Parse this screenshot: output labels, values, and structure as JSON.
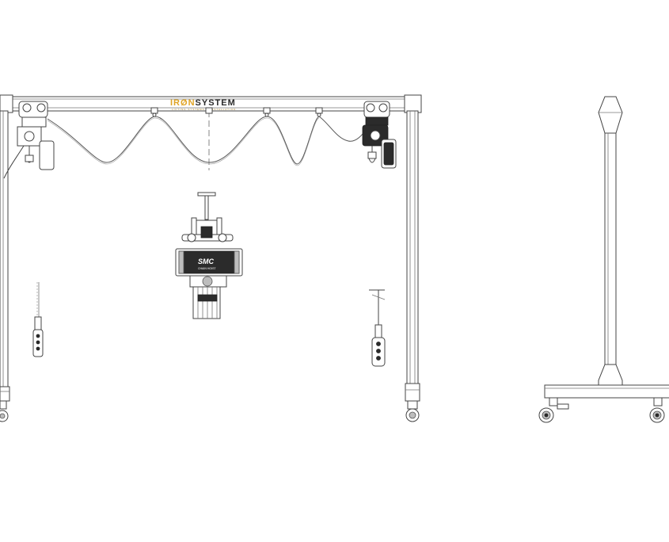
{
  "logo": {
    "part1": "IR",
    "part2": "N",
    "part3": "SYSTEM",
    "tagline": "LIFTING SYSTEMS & INSTALLATION",
    "accent_color": "#e0a526",
    "text_color": "#2b2b2b"
  },
  "motor": {
    "brand": "SMC",
    "model": "CHAIN HOIST"
  }
}
